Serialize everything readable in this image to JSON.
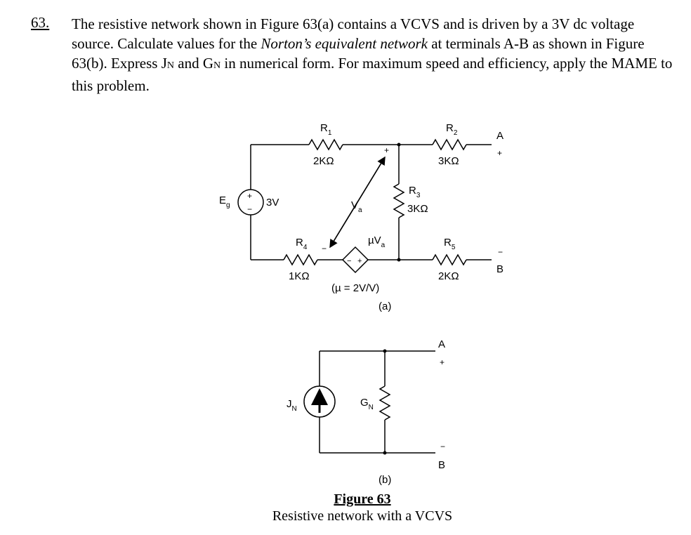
{
  "problem": {
    "number": "63.",
    "s1": "The resistive network shown in Figure 63(a) contains a VCVS and is driven by a 3V dc voltage source. Calculate values for the ",
    "s1_italic": "Norton’s equivalent network",
    "s2": " at terminals A-B as shown in Figure 63(b). Express J",
    "sub_n1": "N",
    "s3": " and G",
    "sub_n2": "N",
    "s4": " in numerical form. For maximum speed and efficiency, apply the MAME to this problem."
  },
  "figure_a": {
    "source": {
      "name": "E",
      "name_sub": "g",
      "value": "3V",
      "plus": "+",
      "minus": "−"
    },
    "r1": {
      "name": "R",
      "sub": "1",
      "value": "2KΩ"
    },
    "r2": {
      "name": "R",
      "sub": "2",
      "value": "3KΩ"
    },
    "r3": {
      "name": "R",
      "sub": "3",
      "value": "3KΩ"
    },
    "r4": {
      "name": "R",
      "sub": "4",
      "value": "1KΩ"
    },
    "r5": {
      "name": "R",
      "sub": "5",
      "value": "2KΩ"
    },
    "va": {
      "name": "V",
      "sub": "a",
      "plus": "+",
      "minus": "−"
    },
    "vcvs": {
      "name": "µV",
      "sub": "a",
      "plus": "+",
      "minus": "−",
      "param": "(µ = 2V/V)"
    },
    "terminal_a": {
      "label": "A",
      "sign": "+"
    },
    "terminal_b": {
      "label": "B",
      "sign": "−"
    },
    "caption": "(a)"
  },
  "figure_b": {
    "jn": {
      "name": "J",
      "sub": "N"
    },
    "gn": {
      "name": "G",
      "sub": "N"
    },
    "terminal_a": {
      "label": "A",
      "sign": "+"
    },
    "terminal_b": {
      "label": "B",
      "sign": "−"
    },
    "caption": "(b)"
  },
  "figure": {
    "title": "Figure 63",
    "description": "Resistive network with a VCVS"
  }
}
